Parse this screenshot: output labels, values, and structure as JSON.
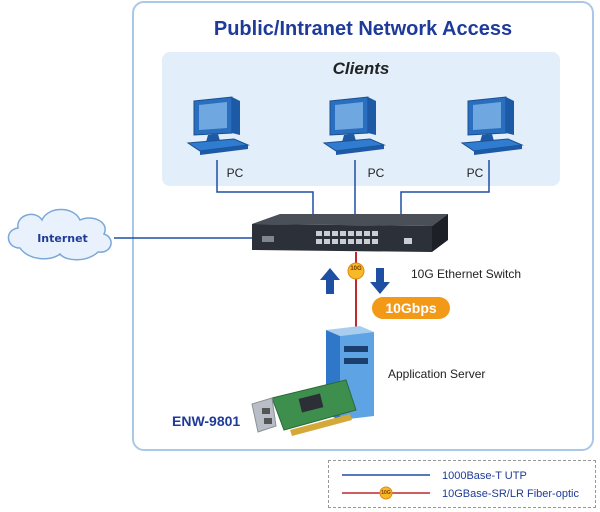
{
  "title": "Public/Intranet Network Access",
  "clients": {
    "label": "Clients",
    "pcs": [
      {
        "label": "PC"
      },
      {
        "label": "PC"
      },
      {
        "label": "PC"
      }
    ]
  },
  "internet": {
    "label": "Internet"
  },
  "switch": {
    "label": "10G Ethernet Switch",
    "badge_text": "10G"
  },
  "link_speed": "10Gbps",
  "server": {
    "label": "Application Server"
  },
  "nic": {
    "label": "ENW-9801"
  },
  "legend": {
    "utp_label": "1000Base-T UTP",
    "fiber_label": "10GBase-SR/LR Fiber-optic",
    "fiber_badge": "10G"
  },
  "colors": {
    "utp_line": "#1f4fa3",
    "fiber_line": "#c0282d",
    "badge": "#f29a18",
    "title": "#1f3b99"
  }
}
